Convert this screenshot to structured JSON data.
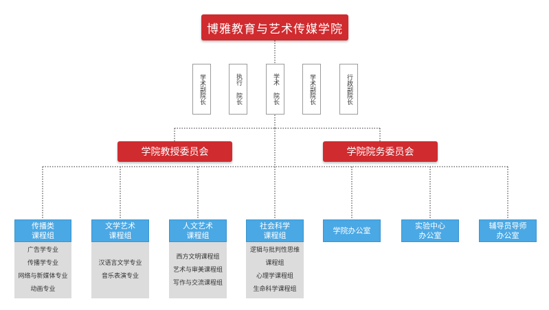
{
  "title": "博雅教育与艺术传媒学院",
  "leaders": [
    {
      "label": "学术副院长"
    },
    {
      "label": "执行 院长"
    },
    {
      "label": "学术 院长"
    },
    {
      "label": "学术副院长"
    },
    {
      "label": "行政副院长"
    }
  ],
  "committees": {
    "teaching": "学院教授委员会",
    "affairs": "学院院务委员会"
  },
  "units": [
    {
      "line1": "传播类",
      "line2": "课程组",
      "items": [
        "广告学专业",
        "传播学专业",
        "网络与新媒体专业",
        "动画专业"
      ]
    },
    {
      "line1": "文学艺术",
      "line2": "课程组",
      "items": [
        "汉语言文学专业",
        "音乐表演专业"
      ]
    },
    {
      "line1": "人文艺术",
      "line2": "课程组",
      "items": [
        "西方文明课程组",
        "艺术与审美课程组",
        "写作与交流课程组"
      ]
    },
    {
      "line1": "社会科学",
      "line2": "课程组",
      "items": [
        "逻辑与批判性思维",
        "课程组",
        "心理学课程组",
        "生命科学课程组"
      ]
    },
    {
      "line1": "学院办公室",
      "line2": "",
      "items": []
    },
    {
      "line1": "实验中心",
      "line2": "办公室",
      "items": []
    },
    {
      "line1": "辅导员导师",
      "line2": "办公室",
      "items": []
    }
  ],
  "colors": {
    "red": "#d02b2f",
    "blue": "#4aa8e4",
    "gray": "#dcdcdc",
    "line": "#555555"
  }
}
